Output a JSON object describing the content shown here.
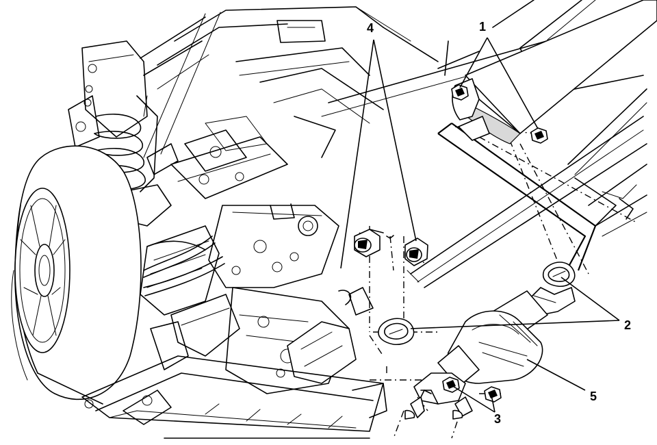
{
  "callouts": {
    "c1": "1",
    "c2": "2",
    "c3": "3",
    "c4": "4",
    "c5": "5"
  },
  "colors": {
    "line": "#000000",
    "background": "#ffffff",
    "shade": "#d9d9d9"
  }
}
